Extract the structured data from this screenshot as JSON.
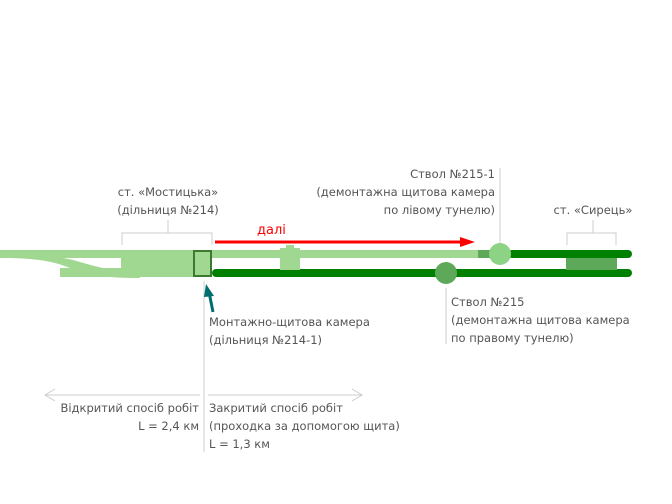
{
  "colors": {
    "light_track": "#a1d891",
    "dark_track": "#008000",
    "mid_green": "#5ea85a",
    "box_border": "#3c7a30",
    "circle_light": "#8dd386",
    "arrow_red": "#ff0000",
    "arrow_teal": "#006e6e",
    "leader": "#cccccc",
    "text": "#555555"
  },
  "stations": {
    "mostytska": {
      "line1": "ст. «Мостицька»",
      "line2": "(дільниця №214)"
    },
    "syrets": {
      "line1": "ст. «Сирець»"
    }
  },
  "shafts": {
    "shaft_215_1": {
      "line1": "Ствол №215-1",
      "line2": "(демонтажна щитова камера",
      "line3": "по лівому тунелю)"
    },
    "shaft_215": {
      "line1": "Ствол №215",
      "line2": "(демонтажна щитова камера",
      "line3": "по правому тунелю)"
    }
  },
  "chamber": {
    "line1": "Монтажно-щитова камера",
    "line2": "(дільниця №214-1)"
  },
  "direction_label": "далі",
  "methods": {
    "open": {
      "line1": "Відкритий спосіб робіт",
      "line2": "L = 2,4 км"
    },
    "closed": {
      "line1": "Закритий спосіб робіт",
      "line2": "(проходка за допомогою щита)",
      "line3": "L = 1,3 км"
    }
  }
}
